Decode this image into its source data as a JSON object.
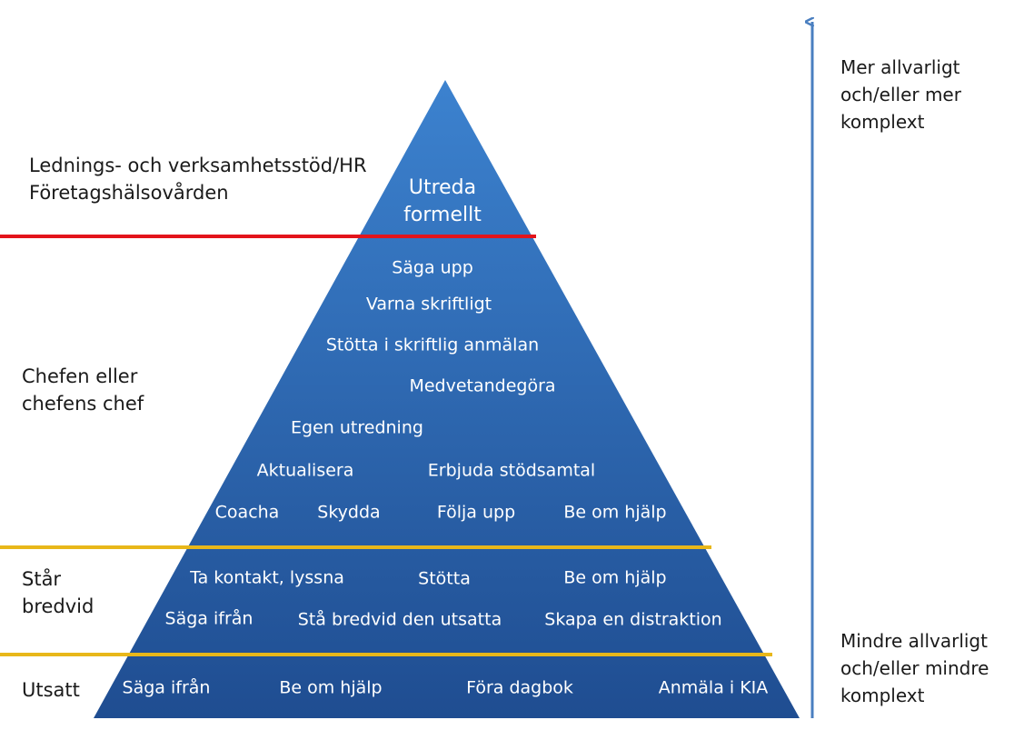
{
  "colors": {
    "pyramid_top": "#3c82cf",
    "pyramid_bottom": "#1f4d91",
    "red_line": "#e3141b",
    "yellow_line": "#e8b71a",
    "arrow": "#4a7fc0"
  },
  "left_labels": {
    "hr": [
      "Lednings- och verksamhetsstöd/HR",
      "Företagshälsovården"
    ],
    "chef": [
      "Chefen eller",
      "chefens chef"
    ],
    "bredvid": [
      "Står",
      "bredvid"
    ],
    "utsatt": "Utsatt"
  },
  "pyramid": {
    "top": [
      "Utreda",
      "formellt"
    ],
    "chef": {
      "saga_upp": "Säga upp",
      "varna": "Varna skriftligt",
      "stotta_anmalan": "Stötta i skriftlig anmälan",
      "medvetandegora": "Medvetandegöra",
      "egen_utredning": "Egen utredning",
      "aktualisera": "Aktualisera",
      "erbjuda": "Erbjuda stödsamtal",
      "coacha": "Coacha",
      "skydda": "Skydda",
      "folja_upp": "Följa upp",
      "be_om_hjalp": "Be om hjälp"
    },
    "bredvid": {
      "ta_kontakt": "Ta kontakt, lyssna",
      "stotta": "Stötta",
      "be_om_hjalp": "Be om hjälp",
      "saga_ifran": "Säga ifrån",
      "sta_bredvid": "Stå bredvid den utsatta",
      "skapa": "Skapa en distraktion"
    },
    "utsatt": {
      "saga_ifran": "Säga ifrån",
      "be_om_hjalp": "Be om hjälp",
      "fora_dagbok": "Föra dagbok",
      "anmala": "Anmäla i KIA"
    }
  },
  "scale": {
    "top": [
      "Mer allvarligt",
      "och/eller mer",
      "komplext"
    ],
    "bottom": [
      "Mindre allvarligt",
      "och/eller mindre",
      "komplext"
    ]
  }
}
